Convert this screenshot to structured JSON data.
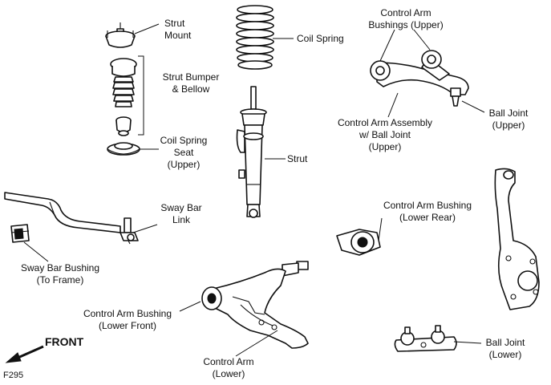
{
  "figure_id": "F295",
  "front_label": "FRONT",
  "labels": {
    "strut_mount": [
      "Strut",
      "Mount"
    ],
    "coil_spring": [
      "Coil Spring"
    ],
    "strut_bumper": [
      "Strut Bumper",
      "& Bellow"
    ],
    "coil_spring_seat": [
      "Coil Spring",
      "Seat",
      "(Upper)"
    ],
    "strut": [
      "Strut"
    ],
    "cab_upper": [
      "Control Arm",
      "Bushings (Upper)"
    ],
    "cam_assembly": [
      "Control Arm Assembly",
      "w/ Ball Joint",
      "(Upper)"
    ],
    "ball_joint_upper": [
      "Ball Joint",
      "(Upper)"
    ],
    "sway_bar_link": [
      "Sway Bar",
      "Link"
    ],
    "sway_bar_bushing": [
      "Sway Bar Bushing",
      "(To Frame)"
    ],
    "cab_lower_rear": [
      "Control Arm Bushing",
      "(Lower Rear)"
    ],
    "cab_lower_front": [
      "Control Arm Bushing",
      "(Lower Front)"
    ],
    "control_arm_lower": [
      "Control Arm",
      "(Lower)"
    ],
    "ball_joint_lower": [
      "Ball Joint",
      "(Lower)"
    ]
  }
}
